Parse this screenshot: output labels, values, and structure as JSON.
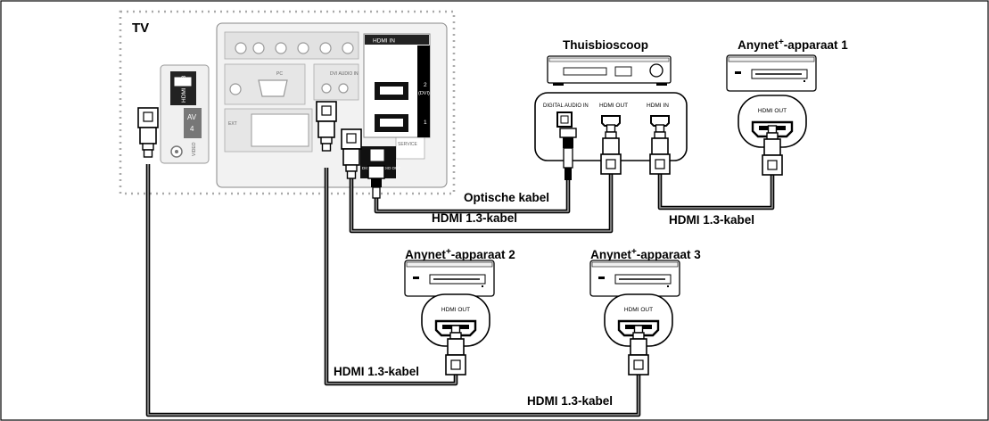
{
  "tv": {
    "label": "TV",
    "hdmi_in_label": "HDMI IN",
    "hdmi3_label": "HDMI IN 3",
    "av_label": "AV",
    "av_num": "4",
    "video_label": "VIDEO",
    "port2_label": "2",
    "port2_sub": "(DVI)",
    "port1_label": "1",
    "dvi_audio_label": "DVI AUDIO IN",
    "pc_label": "PC",
    "service_label": "SERVICE",
    "digital_audio_out_label": "DIGITAL AUDIO OUT",
    "ext_label": "EXT"
  },
  "home_theater": {
    "title": "Thuisbioscoop",
    "port_digital": "DIGITAL AUDIO IN",
    "port_hdmi_out": "HDMI OUT",
    "port_hdmi_in": "HDMI IN"
  },
  "device1": {
    "title_prefix": "Anynet",
    "title_sup": "+",
    "title_suffix": "-apparaat 1",
    "port": "HDMI OUT"
  },
  "device2": {
    "title_prefix": "Anynet",
    "title_sup": "+",
    "title_suffix": "-apparaat 2",
    "port": "HDMI OUT"
  },
  "device3": {
    "title_prefix": "Anynet",
    "title_sup": "+",
    "title_suffix": "-apparaat 3",
    "port": "HDMI OUT"
  },
  "cables": {
    "optical": "Optische kabel",
    "hdmi_tv_ht": "HDMI 1.3-kabel",
    "hdmi_ht_d1": "HDMI 1.3-kabel",
    "hdmi_d2": "HDMI 1.3-kabel",
    "hdmi_d3": "HDMI 1.3-kabel"
  }
}
